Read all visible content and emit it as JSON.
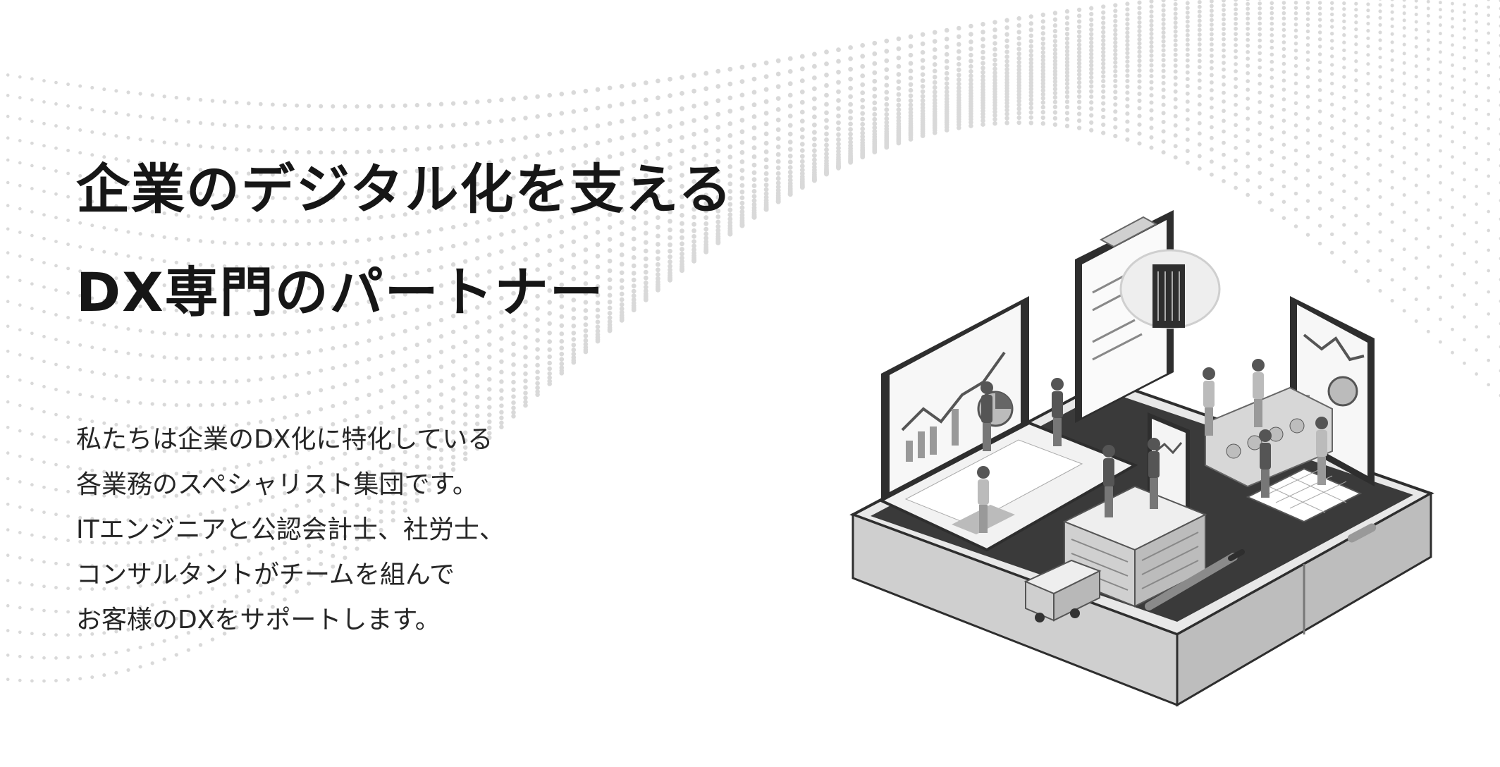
{
  "hero": {
    "title_lines": [
      "企業のデジタル化を支える",
      "DX専門のパートナー"
    ],
    "body_lines": [
      "私たちは企業のDX化に特化している",
      "各業務のスペシャリスト集団です。",
      "ITエンジニアと公認会計士、社労士、",
      "コンサルタントがチームを組んで",
      "お客様のDXをサポートします。"
    ]
  },
  "illustration": {
    "icons": [
      "laptop-icon",
      "clipboard-icon",
      "tablet-icon",
      "server-cloud-icon",
      "phone-icon",
      "building-icon",
      "truck-icon",
      "pen-icon",
      "calculator-icon",
      "factory-icon"
    ]
  },
  "colors": {
    "background": "#ffffff",
    "text": "#1a1a1a",
    "dots": "#d9d9d9",
    "illustration_dark": "#2e2e2e",
    "illustration_mid": "#8a8a8a",
    "illustration_light": "#e6e6e6"
  }
}
